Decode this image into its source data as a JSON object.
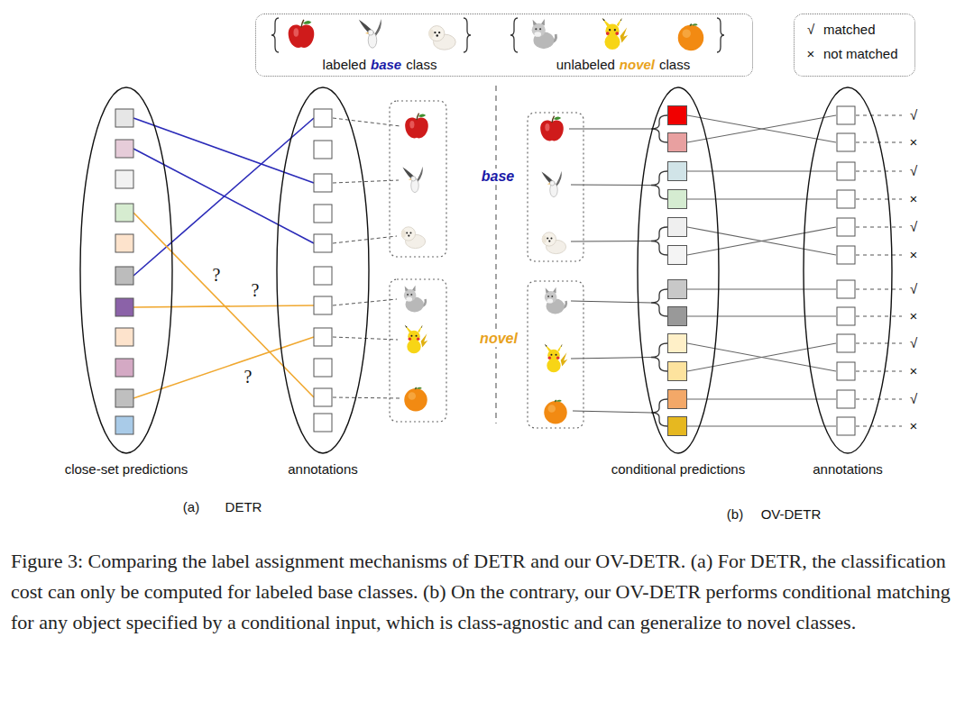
{
  "diagram": {
    "caption": "Figure 3: Comparing the label assignment mechanisms of DETR and our OV-DETR. (a) For DETR, the classification cost can only be computed for labeled base classes. (b) On the contrary, our OV-DETR performs conditional matching for any object specified by a conditional input, which is class-agnostic and can generalize to novel classes.",
    "nodes": [
      {
        "text": [
          "labeled",
          "base",
          "class",
          "unlabeled",
          "novel",
          "class"
        ]
      },
      {
        "text": [
          "√",
          "matched",
          "×",
          "not matched"
        ]
      },
      {
        "text": [
          "close-set predictions"
        ]
      },
      {
        "text": [
          "annotations"
        ]
      },
      {
        "text": [
          "conditional predictions"
        ]
      },
      {
        "text": [
          "annotations"
        ]
      }
    ],
    "labels": [
      "?",
      "?",
      "?",
      "base",
      "novel",
      "√",
      "×",
      "√",
      "×",
      "√",
      "×",
      "√",
      "×",
      "√",
      "×",
      "√",
      "×",
      "(a)",
      "DETR",
      "(b)",
      "OV-DETR"
    ]
  }
}
